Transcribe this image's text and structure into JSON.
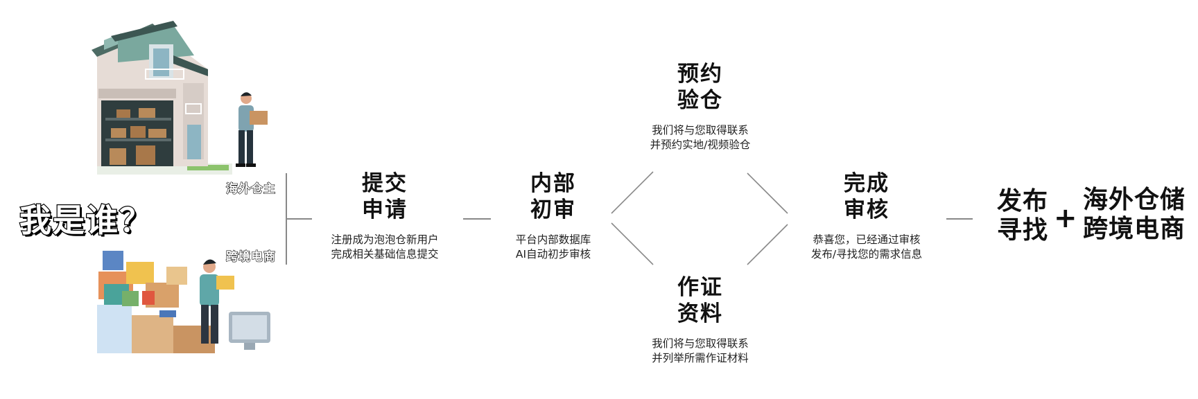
{
  "who_am_i": "我是谁？",
  "roles": {
    "owner": "海外仓主",
    "ecommerce": "跨境电商"
  },
  "steps": {
    "apply": {
      "line1": "提交",
      "line2": "申请",
      "desc1": "注册成为泡泡仓新用户",
      "desc2": "完成相关基础信息提交"
    },
    "review": {
      "line1": "内部",
      "line2": "初审",
      "desc1": "平台内部数据库",
      "desc2": "AI自动初步审核"
    },
    "inspect": {
      "line1": "预约",
      "line2": "验仓",
      "desc1": "我们将与您取得联系",
      "desc2": "并预约实地/视频验仓"
    },
    "docs": {
      "line1": "作证",
      "line2": "资料",
      "desc1": "我们将与您取得联系",
      "desc2": "并列举所需作证材料"
    },
    "done": {
      "line1": "完成",
      "line2": "审核",
      "desc1": "恭喜您，已经通过审核",
      "desc2": "发布/寻找您的需求信息"
    }
  },
  "result": {
    "left1": "发布",
    "left2": "寻找",
    "plus": "+",
    "right1": "海外仓储",
    "right2": "跨境电商"
  },
  "colors": {
    "line": "#888888",
    "text": "#111111"
  }
}
